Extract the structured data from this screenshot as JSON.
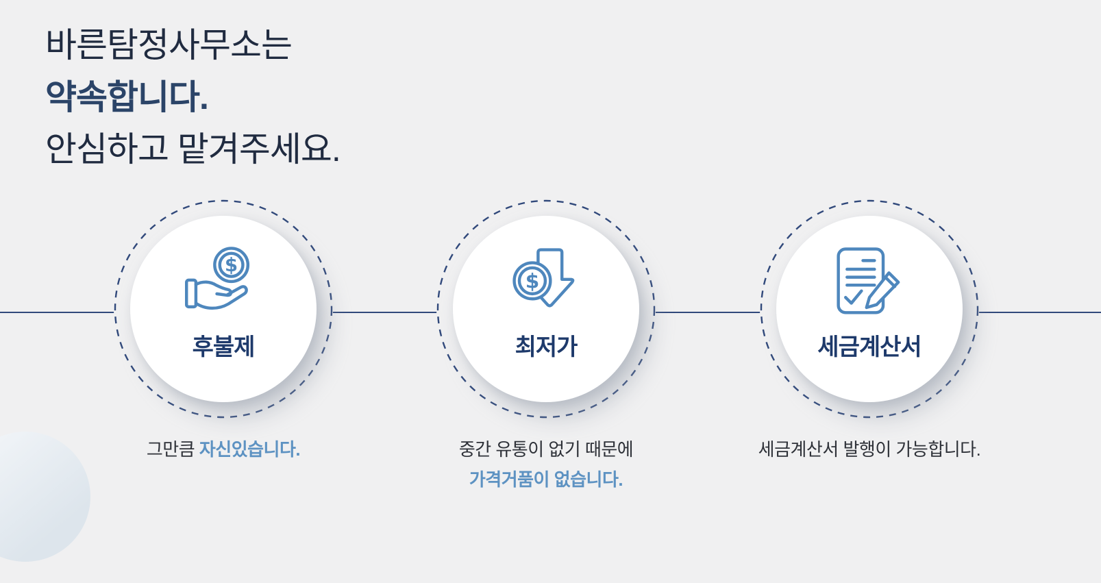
{
  "colors": {
    "background": "#f0f0f1",
    "navy_dark": "#202b40",
    "navy_accent": "#2b4468",
    "ring_navy": "#31497b",
    "label_navy": "#1e3a6b",
    "icon_blue": "#4e87bd",
    "desc_dark": "#2e3138",
    "desc_blue": "#5d92c2"
  },
  "heading": {
    "line1": "바른탐정사무소는",
    "line2": "약속합니다.",
    "line3": "안심하고 맡겨주세요."
  },
  "icons": {
    "dollar": "$"
  },
  "items": [
    {
      "icon": "hand-coin-icon",
      "label": "후불제",
      "desc": {
        "prefix": "그만큼 ",
        "highlight": "자신있습니다."
      }
    },
    {
      "icon": "price-down-icon",
      "label": "최저가",
      "desc": {
        "line1": "중간 유통이 없기 때문에",
        "highlight": "가격거품이 없습니다."
      }
    },
    {
      "icon": "tax-invoice-icon",
      "label": "세금계산서",
      "desc": {
        "line1": "세금계산서 발행이 가능합니다."
      }
    }
  ]
}
